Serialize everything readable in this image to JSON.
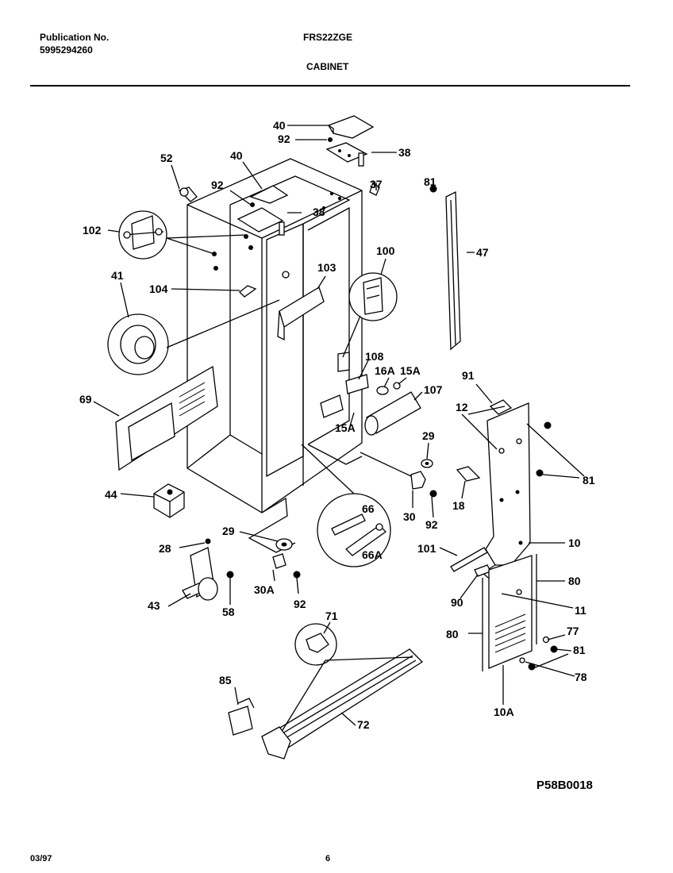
{
  "header": {
    "publication_label": "Publication No.",
    "publication_number": "5995294260",
    "model": "FRS22ZGE",
    "section": "CABINET"
  },
  "footer": {
    "date": "03/97",
    "page": "6"
  },
  "diagram_code": "P58B0018",
  "callouts": {
    "c40a": "40",
    "c92a": "92",
    "c38a": "38",
    "c52": "52",
    "c40b": "40",
    "c37": "37",
    "c81a": "81",
    "c92b": "92",
    "c38b": "38",
    "c102": "102",
    "c47": "47",
    "c100": "100",
    "c41": "41",
    "c103": "103",
    "c104": "104",
    "c108": "108",
    "c16a": "16A",
    "c15a1": "15A",
    "c107": "107",
    "c91": "91",
    "c69": "69",
    "c12": "12",
    "c15a2": "15A",
    "c29a": "29",
    "c81b": "81",
    "c18": "18",
    "c44": "44",
    "c66": "66",
    "c30": "30",
    "c92c": "92",
    "c29b": "29",
    "c66a": "66A",
    "c10": "10",
    "c28": "28",
    "c101": "101",
    "c80a": "80",
    "c30a": "30A",
    "c92d": "92",
    "c90": "90",
    "c11": "11",
    "c43": "43",
    "c58": "58",
    "c71": "71",
    "c80b": "80",
    "c77": "77",
    "c81c": "81",
    "c78": "78",
    "c85": "85",
    "c72": "72",
    "c10a": "10A"
  }
}
